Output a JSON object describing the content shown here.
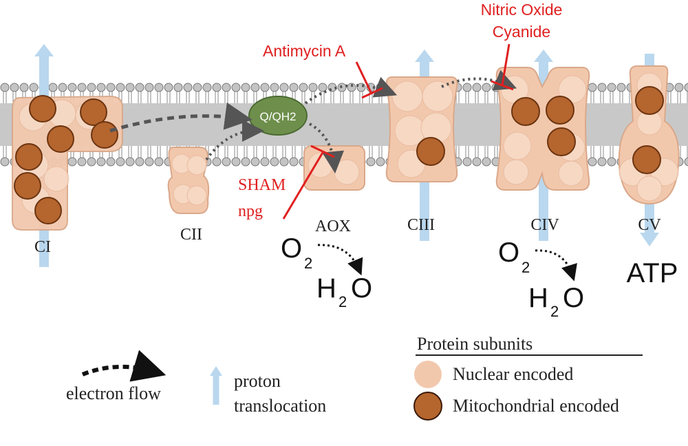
{
  "complexes": {
    "ci": "CI",
    "cii": "CII",
    "aox": "AOX",
    "ciii": "CIII",
    "civ": "CIV",
    "cv": "CV"
  },
  "quinone_label": "Q/QH2",
  "inhibitors": {
    "antimycin": "Antimycin A",
    "nitric_oxide": "Nitric Oxide",
    "cyanide": "Cyanide",
    "sham": "SHAM",
    "npg": "npg"
  },
  "reactions": {
    "aox": {
      "o": "O",
      "o_sub": "2",
      "h": "H",
      "h_sub": "2",
      "h_o": "O"
    },
    "civ": {
      "o": "O",
      "o_sub": "2",
      "h": "H",
      "h_sub": "2",
      "h_o": "O"
    }
  },
  "atp_label": "ATP",
  "legend": {
    "electron_flow": "electron flow",
    "proton_line1": "proton",
    "proton_line2": "translocation",
    "subunits_title": "Protein subunits",
    "nuclear": "Nuclear encoded",
    "mito": "Mitochondrial encoded"
  },
  "colors": {
    "nuclear_fill": "#f2c8ad",
    "mito_fill": "#b5652e",
    "membrane": "#c8c8c8",
    "proton_arrow": "#b9d7ee",
    "inhibitor_red": "#e02020",
    "quinone_green": "#6e8f4c"
  }
}
